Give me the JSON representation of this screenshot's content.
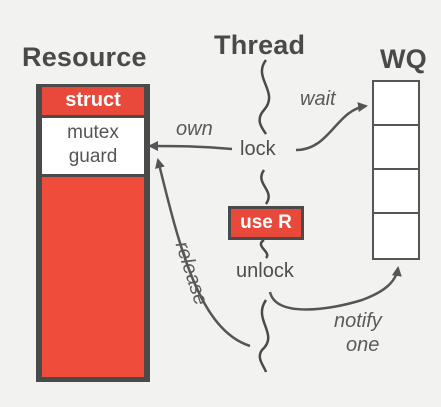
{
  "titles": {
    "resource": "Resource",
    "thread": "Thread",
    "wq": "WQ"
  },
  "resource": {
    "struct_label": "struct",
    "mutex_line1": "mutex",
    "mutex_line2": "guard"
  },
  "thread": {
    "lock": "lock",
    "use_r": "use R",
    "unlock": "unlock"
  },
  "edges": {
    "own": "own",
    "wait": "wait",
    "release": "release",
    "notify_line1": "notify",
    "notify_line2": "one"
  },
  "wq": {
    "slots": 4
  },
  "colors": {
    "accent_red": "#ef4c3c",
    "ink": "#4a4a4a",
    "background": "#f2f2f0"
  }
}
